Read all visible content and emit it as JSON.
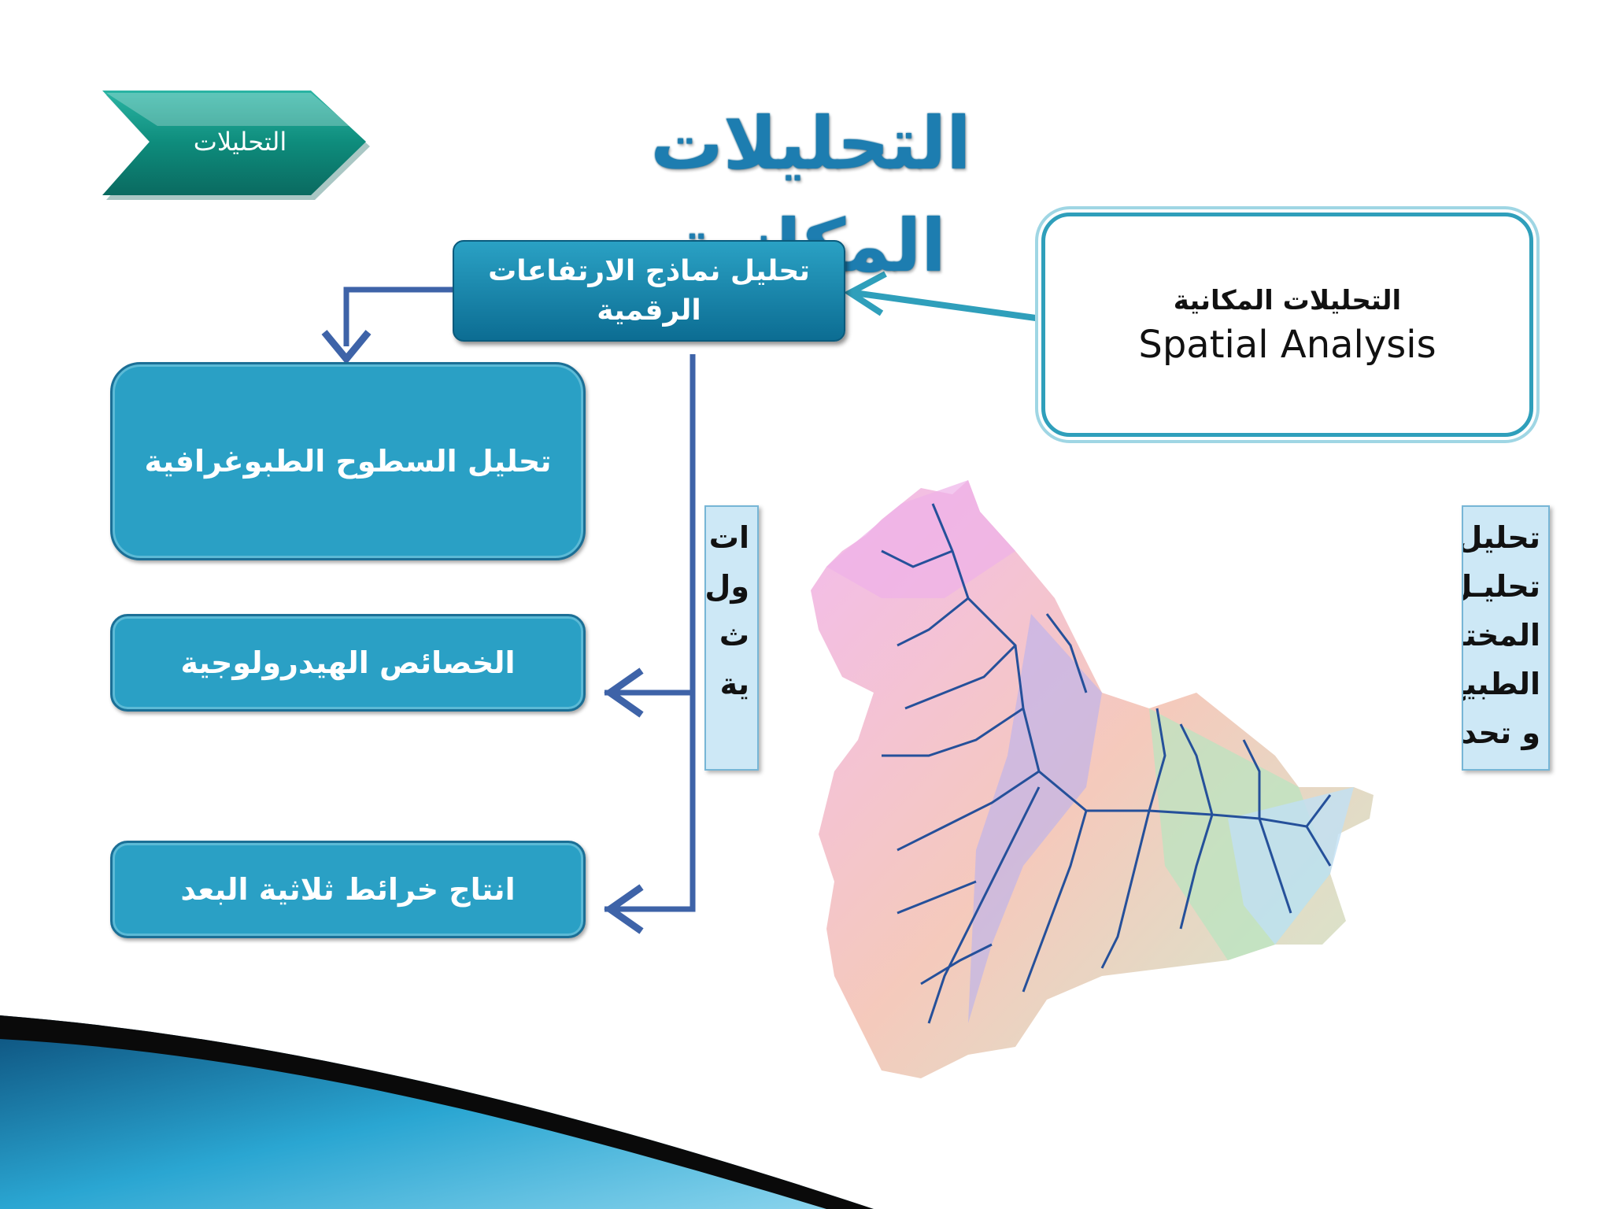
{
  "title": "التحليلات المكانية",
  "tag": {
    "label": "التحليلات"
  },
  "dem_box": {
    "line1": "تحليل نماذج الارتفاعات",
    "line2": "الرقمية"
  },
  "spatial_box": {
    "arabic": "التحليلات المكانية",
    "english": "Spatial Analysis"
  },
  "boxes": [
    {
      "label": "تحليل السطوح الطبوغرافية"
    },
    {
      "label": "الخصائص الهيدرولوجية"
    },
    {
      "label": "انتاج خرائط ثلاثية البعد"
    }
  ],
  "left_panel_lines": [
    "ات",
    "ول",
    "ث",
    "ية"
  ],
  "right_panel_lines": [
    "تحليل",
    "تحليـل",
    "المختل",
    "الطبيع",
    "و تحد"
  ],
  "colors": {
    "accent": "#2aa0c5",
    "title": "#1d7db0",
    "connector": "#3e63a8"
  }
}
